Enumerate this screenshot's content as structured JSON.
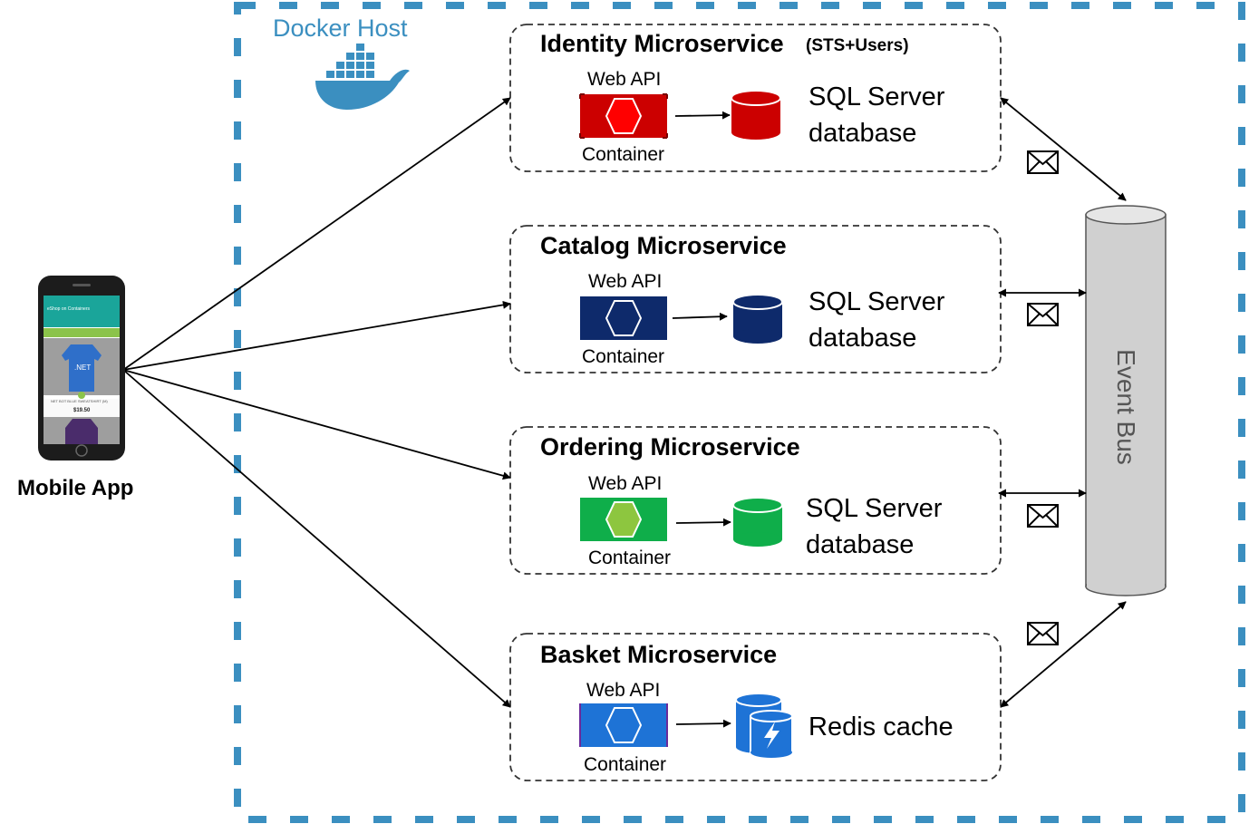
{
  "docker_host": {
    "title": "Docker Host"
  },
  "mobile_app": {
    "label": "Mobile App",
    "screen": {
      "app_title": "eShop on Containers",
      "product_name": "NET BOT BLUE SWEATSHIRT (M)",
      "price": "$19.50",
      "logo_text": ".NET"
    }
  },
  "services": [
    {
      "title": "Identity Microservice",
      "subtitle": "(STS+Users)",
      "api_label": "Web API",
      "container_label": "Container",
      "store_line1": "SQL Server",
      "store_line2": "database",
      "color": "#cc0000",
      "store_type": "sql"
    },
    {
      "title": "Catalog Microservice",
      "subtitle": "",
      "api_label": "Web API",
      "container_label": "Container",
      "store_line1": "SQL Server",
      "store_line2": "database",
      "color": "#0e2a6b",
      "store_type": "sql"
    },
    {
      "title": "Ordering Microservice",
      "subtitle": "",
      "api_label": "Web API",
      "container_label": "Container",
      "store_line1": "SQL Server",
      "store_line2": "database",
      "color": "#0fae4a",
      "hex_fill": "#8dc63f",
      "store_type": "sql"
    },
    {
      "title": "Basket Microservice",
      "subtitle": "",
      "api_label": "Web API",
      "container_label": "Container",
      "store_line1": "Redis cache",
      "store_line2": "",
      "color": "#1e73d6",
      "store_type": "redis"
    }
  ],
  "event_bus": {
    "label": "Event Bus"
  },
  "colors": {
    "host_border": "#3b8fc0",
    "bus_fill": "#d0d0d0"
  }
}
